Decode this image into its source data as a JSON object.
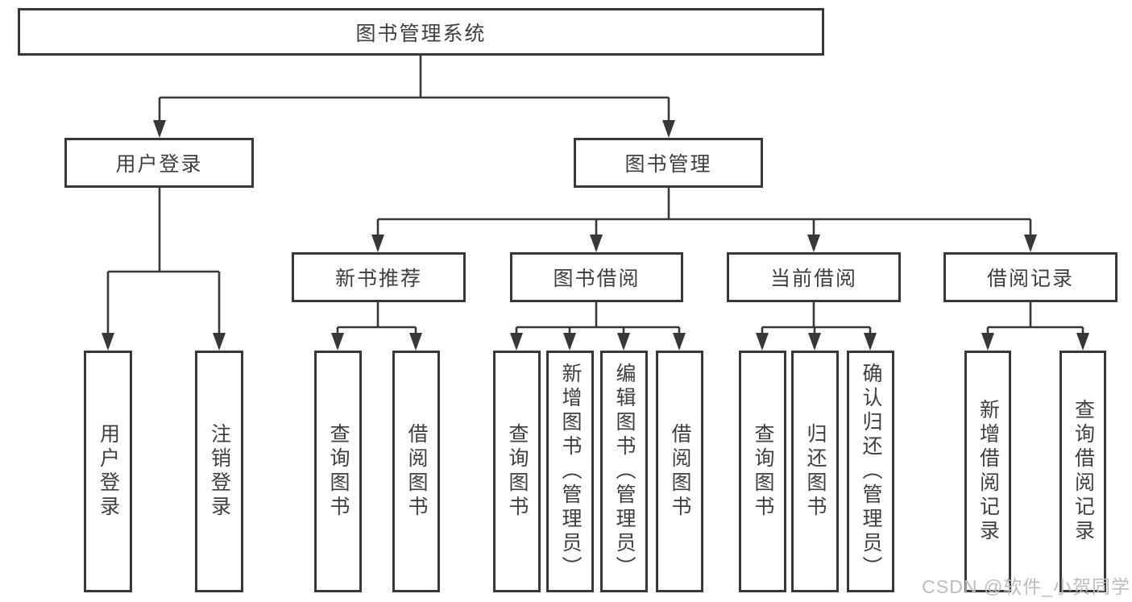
{
  "colors": {
    "line": "#383838",
    "box_border": "#383838",
    "text": "#3f3f3f",
    "background": "#ffffff",
    "watermark": "#bdbdbd"
  },
  "watermark": {
    "text": "CSDN @软件_小贺同学"
  },
  "diagram": {
    "root": {
      "label": "图书管理系统",
      "children": [
        {
          "label": "用户登录",
          "children": [
            {
              "label": "用户登录"
            },
            {
              "label": "注销登录"
            }
          ]
        },
        {
          "label": "图书管理",
          "children": [
            {
              "label": "新书推荐",
              "children": [
                {
                  "label": "查询图书"
                },
                {
                  "label": "借阅图书"
                }
              ]
            },
            {
              "label": "图书借阅",
              "children": [
                {
                  "label": "查询图书"
                },
                {
                  "label": "新增图书（管理员）"
                },
                {
                  "label": "编辑图书（管理员）"
                },
                {
                  "label": "借阅图书"
                }
              ]
            },
            {
              "label": "当前借阅",
              "children": [
                {
                  "label": "查询图书"
                },
                {
                  "label": "归还图书"
                },
                {
                  "label": "确认归还（管理员）"
                }
              ]
            },
            {
              "label": "借阅记录",
              "children": [
                {
                  "label": "新增借阅记录"
                },
                {
                  "label": "查询借阅记录"
                }
              ]
            }
          ]
        }
      ]
    }
  }
}
